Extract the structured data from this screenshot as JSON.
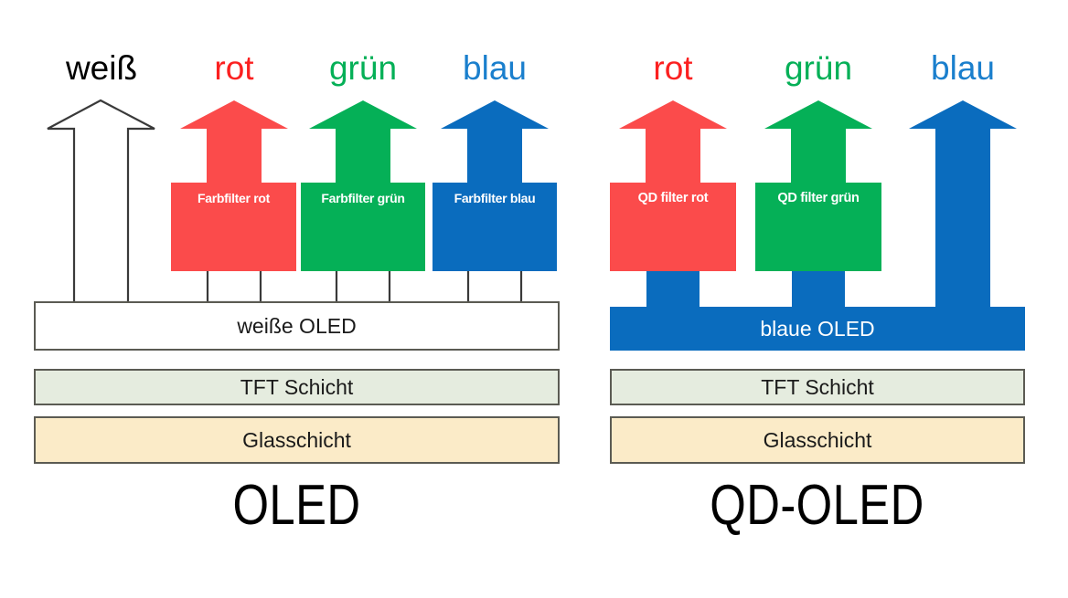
{
  "diagram": {
    "title_left": "OLED",
    "title_right": "QD-OLED",
    "colors": {
      "red": "#fb4b4b",
      "green": "#05b057",
      "blue": "#0a6cbe",
      "white_fill": "#ffffff",
      "outline": "#3a3a3a",
      "tft_fill": "#e5ecdf",
      "glass_fill": "#fbebc8",
      "layer_border": "#5b5b53",
      "text_black": "#000000"
    }
  },
  "left_panel": {
    "name": "OLED",
    "emission_labels": [
      {
        "text": "weiß",
        "color": "#000000"
      },
      {
        "text": "rot",
        "color": "#fb2020"
      },
      {
        "text": "grün",
        "color": "#05b057"
      },
      {
        "text": "blau",
        "color": "#1a7fcd"
      }
    ],
    "filters": [
      {
        "text": "Farbfilter rot",
        "color": "#fb4b4b"
      },
      {
        "text": "Farbfilter grün",
        "color": "#05b057"
      },
      {
        "text": "Farbfilter blau",
        "color": "#0a6cbe"
      }
    ],
    "layers": [
      {
        "text": "weiße OLED",
        "fill": "#ffffff"
      },
      {
        "text": "TFT Schicht",
        "fill": "#e5ecdf"
      },
      {
        "text": "Glasschicht",
        "fill": "#fbebc8"
      }
    ],
    "arrows": {
      "white_emission": "white-outline-arrow",
      "red_emission": "red-arrow",
      "green_emission": "green-arrow",
      "blue_emission": "blue-arrow",
      "internal_white": "white-outline-arrow"
    }
  },
  "right_panel": {
    "name": "QD-OLED",
    "emission_labels": [
      {
        "text": "rot",
        "color": "#fb2020"
      },
      {
        "text": "grün",
        "color": "#05b057"
      },
      {
        "text": "blau",
        "color": "#1a7fcd"
      }
    ],
    "filters": [
      {
        "text": "QD filter rot",
        "color": "#fb4b4b"
      },
      {
        "text": "QD filter grün",
        "color": "#05b057"
      }
    ],
    "layers": [
      {
        "text": "blaue OLED",
        "fill": "#0a6cbe"
      },
      {
        "text": "TFT Schicht",
        "fill": "#e5ecdf"
      },
      {
        "text": "Glasschicht",
        "fill": "#fbebc8"
      }
    ],
    "arrows": {
      "red_emission": "red-arrow",
      "green_emission": "green-arrow",
      "blue_emission": "blue-arrow",
      "internal_blue": "blue-arrow"
    }
  }
}
